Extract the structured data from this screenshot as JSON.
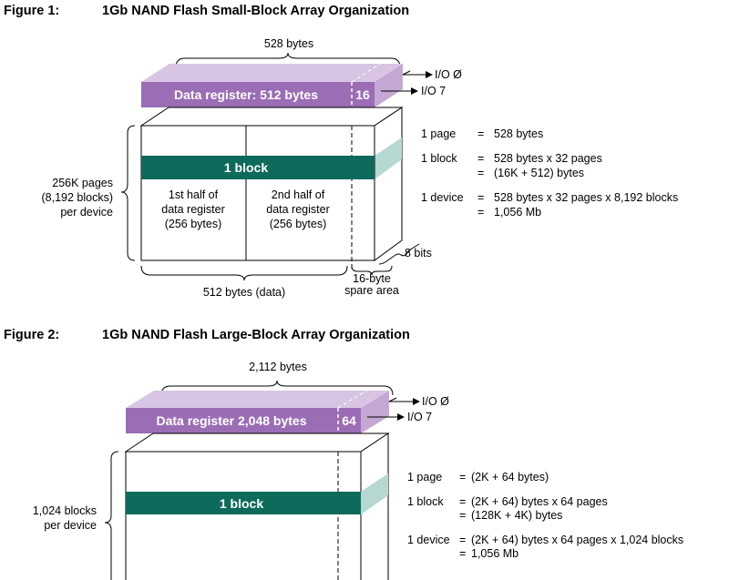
{
  "figure1": {
    "number": "Figure 1:",
    "title": "1Gb NAND Flash Small-Block Array Organization",
    "top_width": "528 bytes",
    "register_label": "Data register: 512 bytes",
    "spare_label": "16",
    "io_top": "I/O Ø",
    "io_bottom": "I/O 7",
    "left_label": [
      "256K pages",
      "(8,192 blocks)",
      "per device"
    ],
    "block_label": "1 block",
    "half1": [
      "1st half of",
      "data register",
      "(256 bytes)"
    ],
    "half2": [
      "2nd half of",
      "data register",
      "(256 bytes)"
    ],
    "depth_label": "8 bits",
    "bottom_data": "512 bytes (data)",
    "bottom_spare": [
      "16-byte",
      "spare area"
    ],
    "specs": {
      "page_key": "1 page",
      "page_eq": "=",
      "page_val": "528 bytes",
      "block_key": "1 block",
      "block_eq1": "=",
      "block_val1": "528 bytes x 32 pages",
      "block_eq2": "=",
      "block_val2": "(16K + 512) bytes",
      "device_key": "1 device",
      "device_eq1": "=",
      "device_val1": "528 bytes x 32 pages x 8,192 blocks",
      "device_eq2": "=",
      "device_val2": "1,056 Mb"
    }
  },
  "figure2": {
    "number": "Figure 2:",
    "title": "1Gb NAND Flash Large-Block Array Organization",
    "top_width": "2,112 bytes",
    "register_label": "Data register 2,048 bytes",
    "spare_label": "64",
    "io_top": "I/O  Ø",
    "io_bottom": "I/O 7",
    "left_label": [
      "1,024 blocks",
      "per device"
    ],
    "block_label": "1 block",
    "specs": {
      "page_key": "1 page",
      "page_eq": "=",
      "page_val": "(2K + 64 bytes)",
      "block_key": "1 block",
      "block_eq1": "=",
      "block_val1": "(2K + 64) bytes x 64 pages",
      "block_eq2": "=",
      "block_val2": "(128K + 4K) bytes",
      "device_key": "1 device",
      "device_eq1": "=",
      "device_val1": "(2K + 64) bytes x 64 pages x 1,024 blocks",
      "device_eq2": "=",
      "device_val2": "1,056 Mb"
    }
  },
  "colors": {
    "register_front": "#9b6db5",
    "register_top": "#d8c5e3",
    "register_side": "#c4a8d4",
    "block_front": "#0e6b5c",
    "block_side": "#b5d8d2"
  }
}
